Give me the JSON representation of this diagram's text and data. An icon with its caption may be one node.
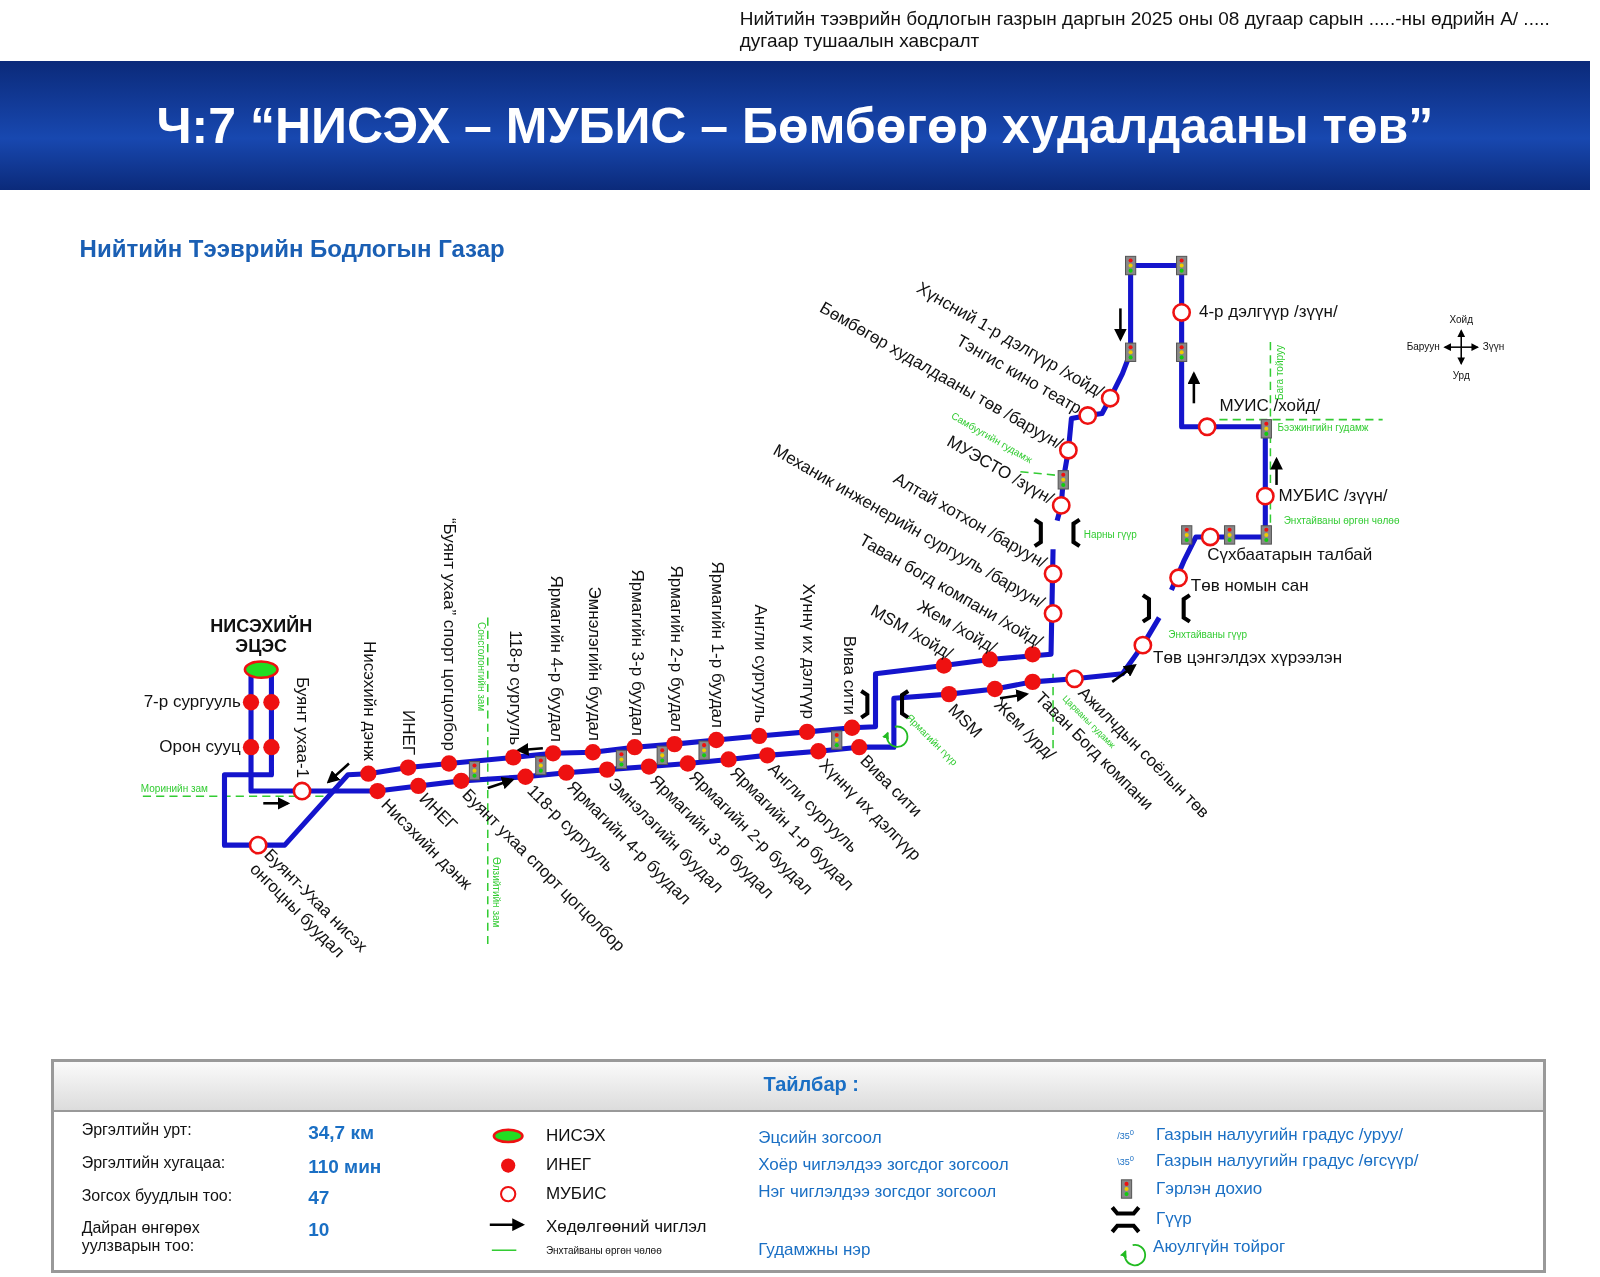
{
  "diagram": {
    "title": "Ч:7 “НИСЭХ – МУБИС – Бөмбөгөр худалдааны төв”",
    "labels": [
      "Нийтийн тээврийн бодлогын газрын даргын 2025 оны 08 дугаар сарын .....-ны өдрийн А/ ..... дугаар тушаалын хавсралт",
      "Нийтийн Тээврийн Бодлогын Газар",
      "Хүнсний 1-р дэлгүүр /хойд/",
      "Тэнгис кино театр",
      "Бөмбөгөр худалдааны төв /баруун/",
      "4-р дэлгүүр /зүүн/",
      "Хойд",
      "Баруун",
      "Зүүн",
      "Урд",
      "Бага тойруу",
      "МУИС /хойд/",
      "Бээжингийн гудамж",
      "Самбуугийн гудамж",
      "МУЭСТО /зүүн/",
      "Механик инженерийн сургууль /баруун/",
      "Алтай хотхон /баруун/",
      "МУБИС /зүүн/",
      "Энхтайваны өргөн чөлөө",
      "Нарны гүүр",
      "Таван богд компани /хойд/",
      "Жем /хойд/",
      "MSM /хойд/",
      "Сүхбаатарын талбай",
      "Төв номын сан",
      "Энхтайваны гүүр",
      "7-р сургууль",
      "Орон сууц",
      "НИСЭХИЙН ЭЦЭС",
      "Буянт ухаа-1",
      "Нисэхийн дэнж",
      "ИНЕГ",
      "“Буянт ухаа” спорт цогцолбор",
      "Сонсголонгийн зам",
      "118-р сургууль",
      "Ярмагийн 4-р буудал",
      "Эмнэлэгийн буудал",
      "Ярмагийн 3-р буудал",
      "Ярмагийн 2-р буудал",
      "Ярмагийн 1-р буудал",
      "Англи сургууль",
      "Хүннү их дэлгүүр",
      "Вива сити",
      "Ярмагийн гүүр",
      "Төв цэнгэлдэх хүрээлэн",
      "MSM",
      "Жем /урд/",
      "Таван Богд компани",
      "Ажилчдын соёлын төв",
      "Царваны гудамж",
      "Моринийн зам",
      "Буянт-Ухаа нисэх онгоцны буудал",
      "Нисэхийн дэнж",
      "ИНЕГ",
      "Буянт ухаа спорт цогцолбор",
      "Өлзийтийн зам",
      "118-р сургууль",
      "Ярмагийн 4-р буудал",
      "Эмнэлэгийн буудал",
      "Ярмагийн 3-р буудал",
      "Ярмагийн 2-р буудал",
      "Ярмагийн 1-р буудал",
      "Англи сургууль",
      "Хүннү их дэлгүүр",
      "Вива сити",
      "Тайлбар :",
      "Эргэлтийн урт:",
      "34,7 км",
      "Эргэлтийн хугацаа:",
      "110 мин",
      "Зогсох буудлын тоо:",
      "47",
      "Дайран өнгөрөх уулзварын тоо:",
      "10",
      "Эцсийн зогсоол",
      "Хоёр чиглэлдээ зогсдог зогсоол",
      "Нэг чиглэлдээ зогсдог зогсоол",
      "Гудамжны нэр",
      "/35$^{0}$",
      "\\35$^{0}$"
    ],
    "legend": [
      {
        "text": "НИСЭХ"
      },
      {
        "text": "ИНЕГ"
      },
      {
        "text": "МУБИС"
      },
      {
        "text": "Хөдөлгөөний чиглэл"
      },
      {
        "text": "Энхтайваны өргөн чөлөө"
      },
      {
        "text": "Газрын налуугийн градус /уруу/"
      },
      {
        "text": "Газрын налуугийн градус /өгсүүр/"
      },
      {
        "text": "Гэрлэн дохио"
      },
      {
        "text": "Гүүр"
      },
      {
        "text": "Аюулгүйн тойрог"
      }
    ]
  }
}
